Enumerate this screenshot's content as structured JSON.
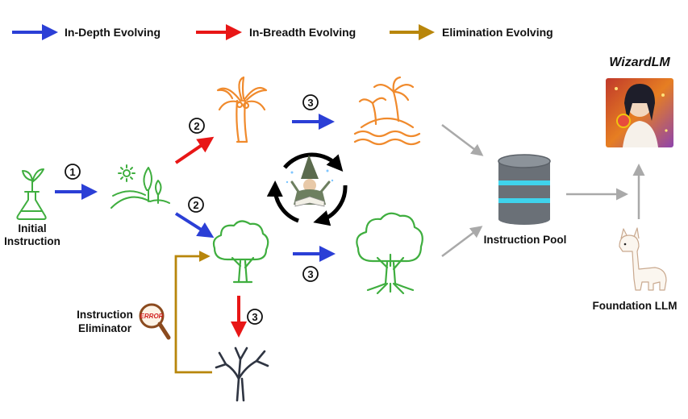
{
  "legend": {
    "in_depth": "In-Depth Evolving",
    "in_breadth": "In-Breadth Evolving",
    "elimination": "Elimination Evolving"
  },
  "nodes": {
    "initial_line1": "Initial",
    "initial_line2": "Instruction",
    "eliminator_line1": "Instruction",
    "eliminator_line2": "Eliminator",
    "eliminator_badge": "ERROR",
    "pool": "Instruction Pool",
    "foundation": "Foundation LLM",
    "wizard": "WizardLM"
  },
  "steps": {
    "one": "1",
    "two": "2",
    "three": "3"
  },
  "colors": {
    "in_depth": "#2b3fd6",
    "in_breadth": "#e81616",
    "elimination": "#b8860b",
    "plant_green": "#3fae3f",
    "island_orange": "#f08a2c",
    "dead_tree": "#2f3542",
    "pool_cyan": "#3fd3ec",
    "gray_arrow": "#a9a9a9"
  },
  "icons": {
    "flask": "flask-sprout-icon",
    "seedling": "seedling-landscape-icon",
    "palm": "palm-tree-icon",
    "island": "palm-island-icon",
    "tree": "leafy-tree-icon",
    "big_tree": "rooted-tree-icon",
    "dead": "dead-tree-icon",
    "magnifier": "magnifier-icon",
    "wizard": "wizard-icon",
    "cycle": "cycle-arrows-icon",
    "database": "database-icon",
    "llama": "llama-icon",
    "portrait": "wizardlm-portrait-icon"
  }
}
